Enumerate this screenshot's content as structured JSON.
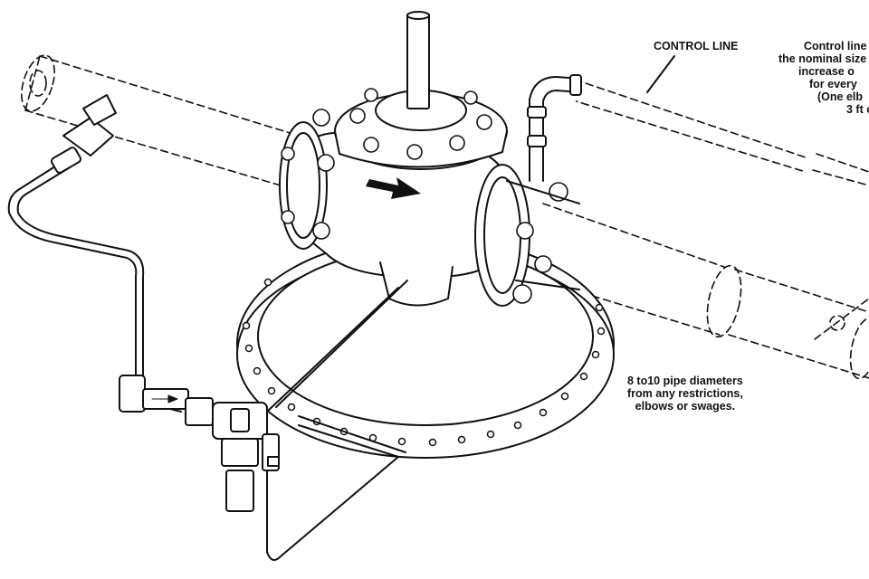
{
  "labels": {
    "control_line": "CONTROL LINE",
    "control_line_note": [
      "Control line",
      "the nominal size",
      "increase o",
      "for every",
      "(One elb",
      "3 ft o"
    ],
    "diameter_note": [
      "8 to10 pipe diameters",
      "from any restrictions,",
      "elbows or swages."
    ]
  },
  "colors": {
    "ink": "#111111",
    "paper": "#ffffff",
    "fill": "#f4f4f4"
  }
}
